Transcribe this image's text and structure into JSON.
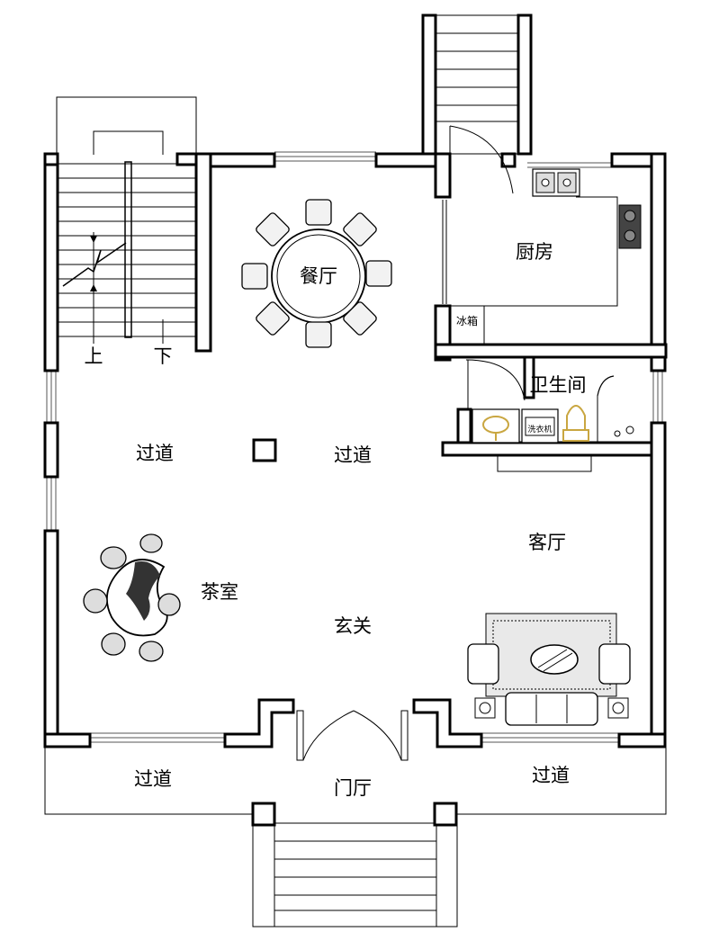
{
  "labels": {
    "dining_room": "餐厅",
    "kitchen": "厨房",
    "fridge": "冰箱",
    "bathroom": "卫生间",
    "washer": "洗衣机",
    "corridor_left": "过道",
    "corridor_center": "过道",
    "living_room": "客厅",
    "tea_room": "茶室",
    "entrance_hall": "玄关",
    "porch": "门厅",
    "corridor_bottom_left": "过道",
    "corridor_bottom_right": "过道",
    "stair_up": "上",
    "stair_down": "下"
  },
  "colors": {
    "wall": "#000000",
    "fixture_accent": "#c9a640",
    "background": "#ffffff"
  }
}
